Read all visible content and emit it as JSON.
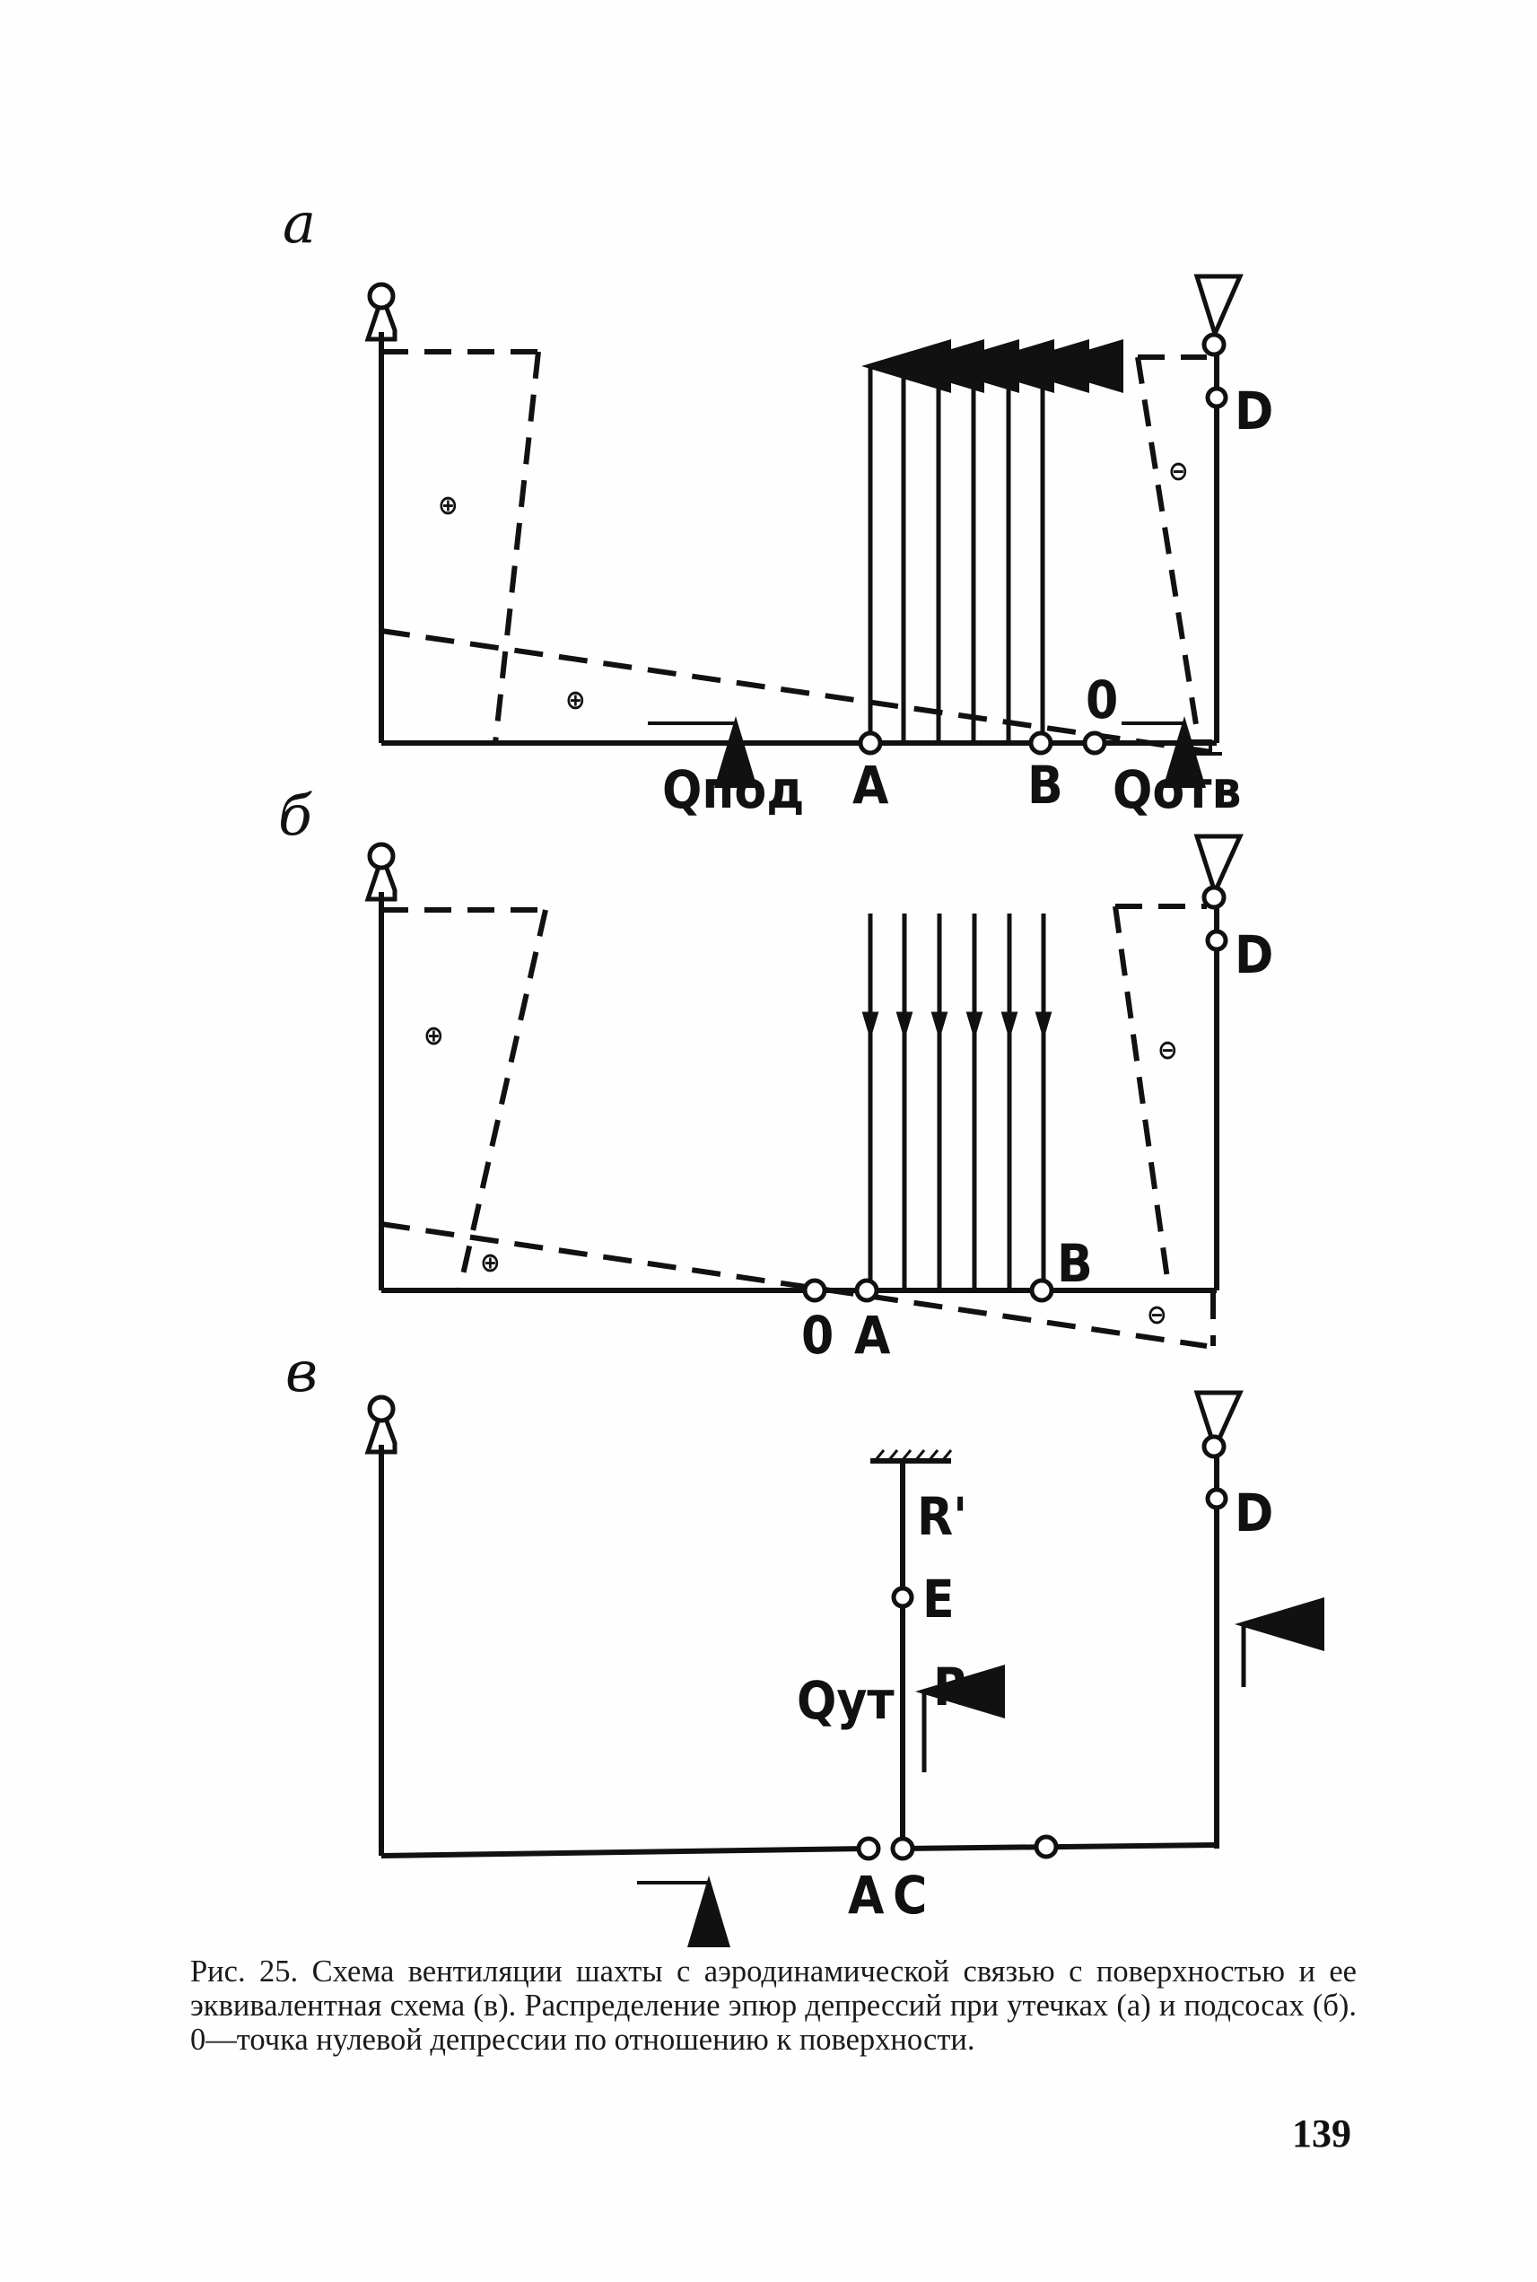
{
  "panels": {
    "a": {
      "letter": "а",
      "label_Q_in": "Qпод",
      "label_Q_out": "Qотв",
      "point_A": "A",
      "point_B": "B",
      "point_zero": "0",
      "point_D": "D",
      "sign_upper_left": "⊕",
      "sign_lower_left": "⊕",
      "sign_right": "⊖"
    },
    "b": {
      "letter": "б",
      "point_zero": "0",
      "point_A": "A",
      "point_B": "B",
      "point_D": "D",
      "sign_upper_left": "⊕",
      "sign_lower_left": "⊕",
      "sign_right": "⊖",
      "sign_lower_right": "⊖"
    },
    "c": {
      "letter": "в",
      "label_R_prime": "R'",
      "label_E": "E",
      "label_R": "R",
      "label_Q": "Qут",
      "point_A": "A",
      "point_C": "C",
      "point_D": "D"
    }
  },
  "caption": "Рис. 25. Схема вентиляции шахты с аэродинамической связью с поверхностью и ее эквивалентная схема (в). Распределение эпюр депрессий при утечках (а) и подсосах (б). 0—точка нулевой депрессии по отношению к поверхности.",
  "page_number": "139"
}
